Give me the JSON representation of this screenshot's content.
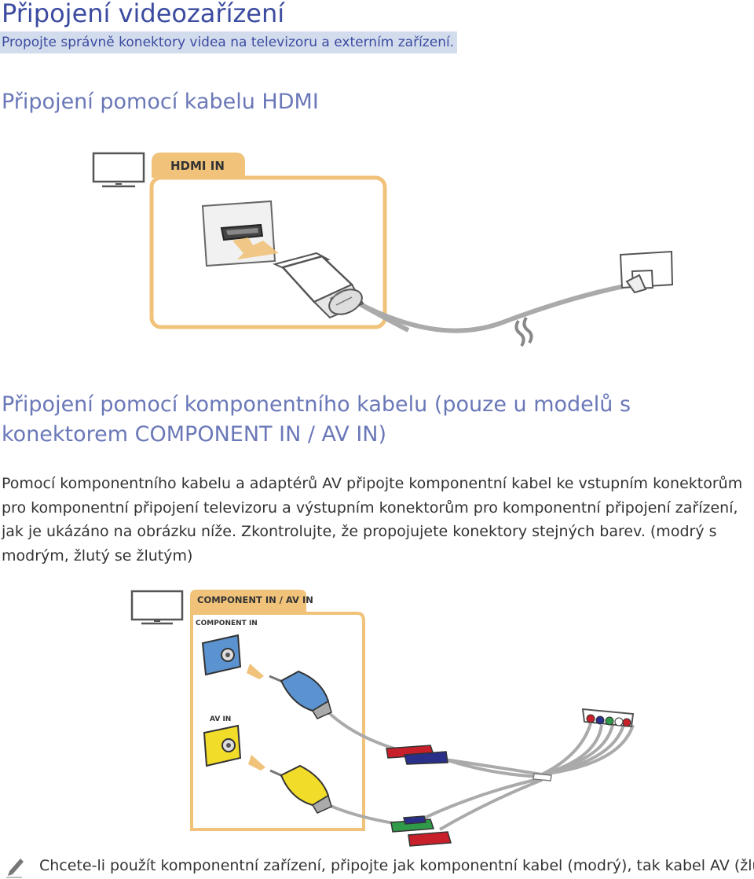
{
  "page": {
    "title": "Připojení videozařízení",
    "subtitle": "Propojte správně konektory videa na televizoru a externím zařízení."
  },
  "hdmi_section": {
    "heading": "Připojení pomocí kabelu HDMI",
    "figure": {
      "port_label": "HDMI IN"
    }
  },
  "component_section": {
    "heading": "Připojení pomocí komponentního kabelu (pouze u modelů s konektorem COMPONENT IN / AV IN)",
    "body": "Pomocí komponentního kabelu a adaptérů AV připojte komponentní kabel ke vstupním konektorům pro komponentní připojení televizoru a výstupním konektorům pro komponentní připojení zařízení, jak je ukázáno na obrázku níže. Zkontrolujte, že propojujete konektory stejných barev. (modrý s modrým, žlutý se žlutým)",
    "figure": {
      "tab_label": "COMPONENT IN / AV IN",
      "component_label": "COMPONENT IN",
      "av_label": "AV IN"
    }
  },
  "note": {
    "icon": "pencil-icon",
    "text": "Chcete-li použít komponentní zařízení, připojte jak komponentní kabel (modrý), tak kabel AV (žlutý)."
  },
  "colors": {
    "title_blue": "#3b4ba0",
    "heading_blue": "#6a78b8",
    "highlight": "#d3dcec",
    "accent_gold": "#f0c27a",
    "jack_blue": "#5a93cf",
    "jack_yellow": "#f2dc2a"
  }
}
